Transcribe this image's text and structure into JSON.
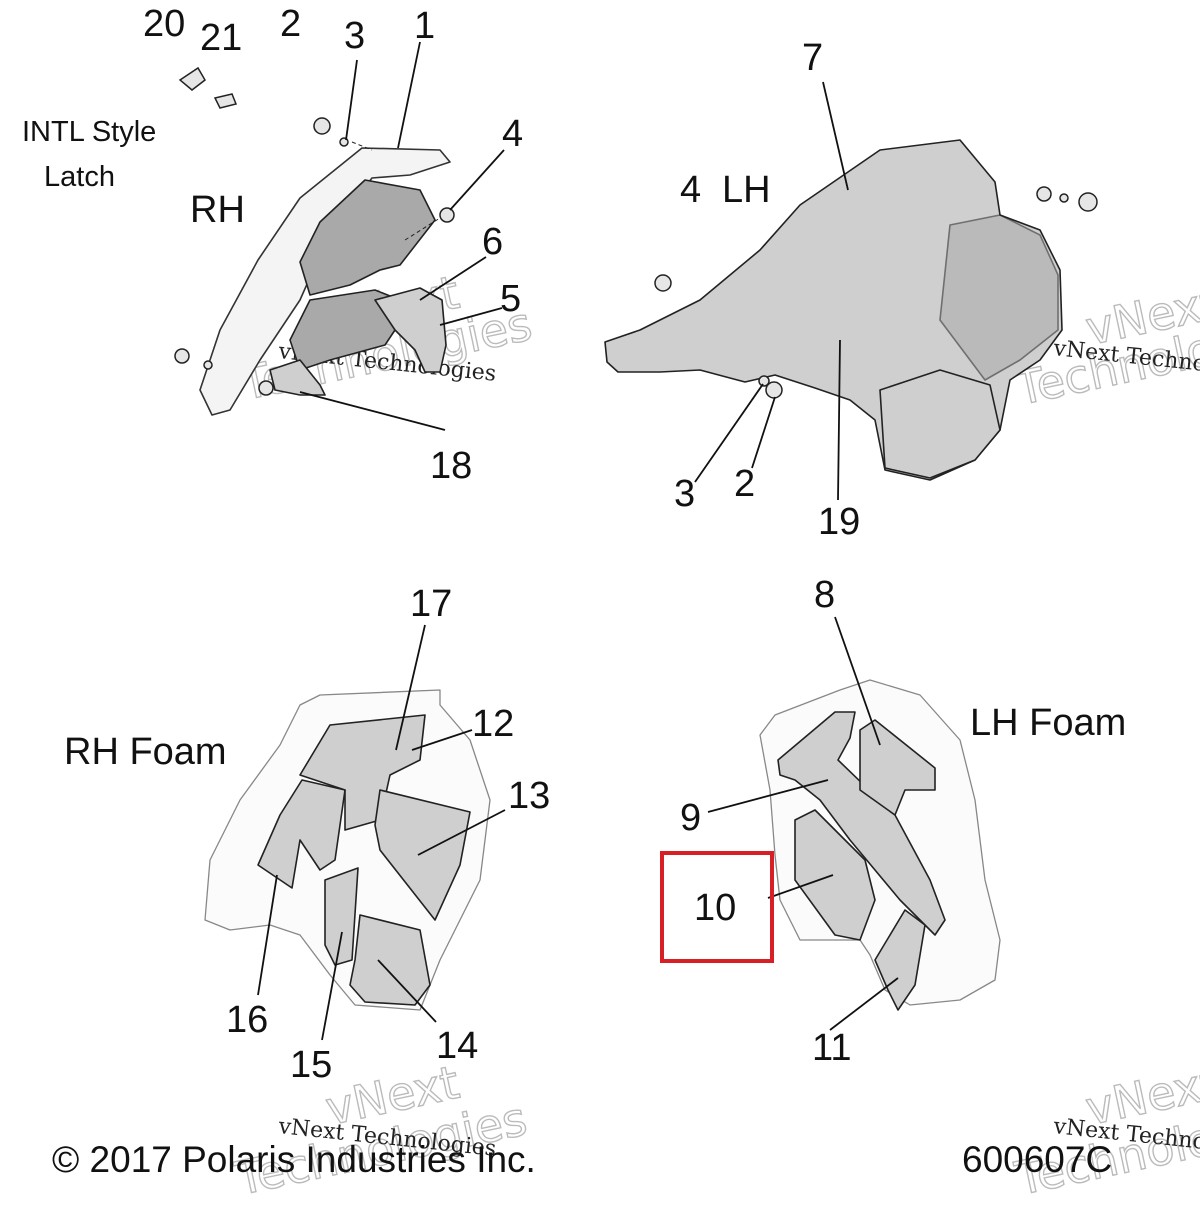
{
  "diagram": {
    "group_labels": {
      "intl_line1": "INTL Style",
      "intl_line2": "Latch",
      "rh": "RH",
      "lh": "LH",
      "rh_foam": "RH Foam",
      "lh_foam": "LH Foam"
    },
    "callouts": {
      "c1": "1",
      "c2a": "2",
      "c2b": "2",
      "c3a": "3",
      "c3b": "3",
      "c4a": "4",
      "c4b": "4",
      "c5": "5",
      "c6": "6",
      "c7": "7",
      "c8": "8",
      "c9": "9",
      "c10": "10",
      "c11": "11",
      "c12": "12",
      "c13": "13",
      "c14": "14",
      "c15": "15",
      "c16": "16",
      "c17": "17",
      "c18": "18",
      "c19": "19",
      "c20": "20",
      "c21": "21"
    },
    "watermark_text": "vNext Technologies",
    "copyright": "© 2017 Polaris Industries Inc.",
    "figure_id": "600607C",
    "highlighted_callout": "10",
    "highlight_color": "#d91f26"
  }
}
